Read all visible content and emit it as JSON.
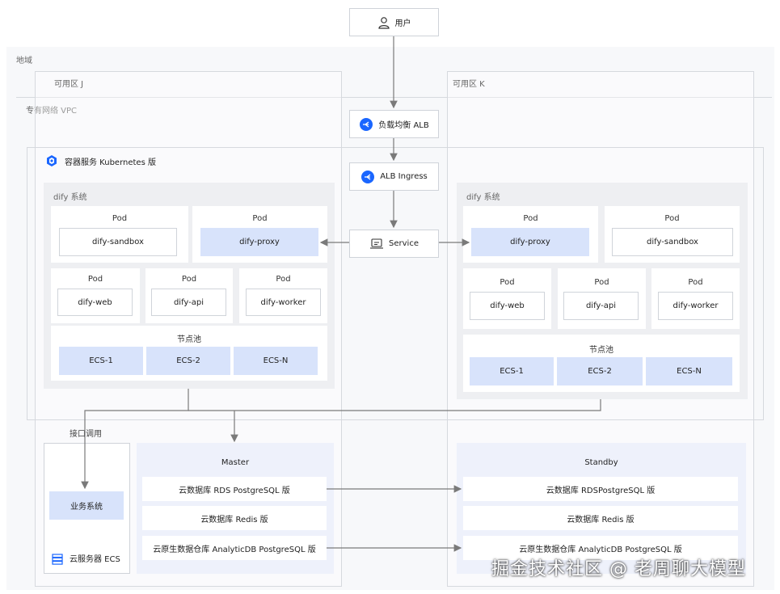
{
  "user": {
    "label": "用户"
  },
  "region": {
    "label": "地域"
  },
  "zone_j": {
    "label": "可用区 J"
  },
  "zone_k": {
    "label": "可用区 K"
  },
  "vpc": {
    "label": "专有网络 VPC"
  },
  "alb": {
    "label": "负载均衡 ALB"
  },
  "ingress": {
    "label": "ALB Ingress"
  },
  "service": {
    "label": "Service"
  },
  "k8s": {
    "label": "容器服务 Kubernetes 版"
  },
  "left_system": {
    "label": "dify 系统",
    "pods_top": [
      {
        "title": "Pod",
        "name": "dify-sandbox"
      },
      {
        "title": "Pod",
        "name": "dify-proxy"
      }
    ],
    "pods_mid": [
      {
        "title": "Pod",
        "name": "dify-web"
      },
      {
        "title": "Pod",
        "name": "dify-api"
      },
      {
        "title": "Pod",
        "name": "dify-worker"
      }
    ],
    "node_pool": {
      "label": "节点池",
      "nodes": [
        "ECS-1",
        "ECS-2",
        "ECS-N"
      ]
    }
  },
  "right_system": {
    "label": "dify 系统",
    "pods_top": [
      {
        "title": "Pod",
        "name": "dify-proxy"
      },
      {
        "title": "Pod",
        "name": "dify-sandbox"
      }
    ],
    "pods_mid": [
      {
        "title": "Pod",
        "name": "dify-web"
      },
      {
        "title": "Pod",
        "name": "dify-api"
      },
      {
        "title": "Pod",
        "name": "dify-worker"
      }
    ],
    "node_pool": {
      "label": "节点池",
      "nodes": [
        "ECS-1",
        "ECS-2",
        "ECS-N"
      ]
    }
  },
  "api_call": {
    "label": "接口调用"
  },
  "business": {
    "label": "业务系统",
    "ecs_label": "云服务器 ECS"
  },
  "master": {
    "label": "Master",
    "rows": [
      "云数据库 RDS  PostgreSQL 版",
      "云数据库 Redis 版",
      "云原生数据仓库 AnalyticDB PostgreSQL 版"
    ]
  },
  "standby": {
    "label": "Standby",
    "rows": [
      "云数据库 RDSPostgreSQL 版",
      "云数据库 Redis 版",
      "云原生数据仓库 AnalyticDB  PostgreSQL 版"
    ]
  },
  "watermark": "掘金技术社区 @ 老周聊大模型",
  "colors": {
    "accent": "#1a66ff",
    "highlight": "#d8e3fb",
    "line": "#7a7a7a"
  }
}
